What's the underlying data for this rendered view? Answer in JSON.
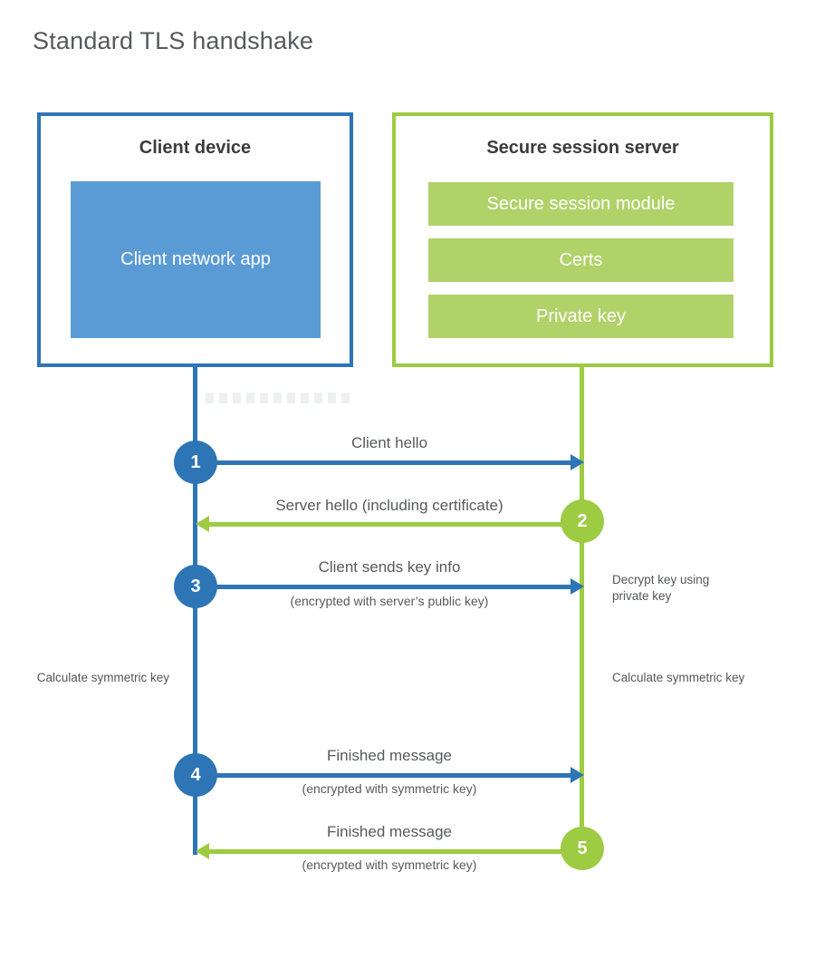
{
  "title": "Standard TLS handshake",
  "colors": {
    "blue": "#2E75B6",
    "blue_fill": "#5B9BD5",
    "green": "#9DCB42",
    "green_fill": "#B0D269"
  },
  "client": {
    "title": "Client device",
    "app": "Client network app"
  },
  "server": {
    "title": "Secure session server",
    "modules": [
      "Secure session module",
      "Certs",
      "Private key"
    ]
  },
  "messages": [
    {
      "num": "1",
      "label": "Client hello",
      "direction": "client-to-server"
    },
    {
      "num": "2",
      "label": "Server hello (including certificate)",
      "direction": "server-to-client"
    },
    {
      "num": "3",
      "label": "Client sends key info",
      "sub": "(encrypted with server’s public key)",
      "direction": "client-to-server"
    },
    {
      "num": "4",
      "label": "Finished message",
      "sub": "(encrypted with symmetric key)",
      "direction": "client-to-server"
    },
    {
      "num": "5",
      "label": "Finished message",
      "sub": "(encrypted with symmetric key)",
      "direction": "server-to-client"
    }
  ],
  "annotations": [
    {
      "text": "Decrypt key using private key",
      "side": "server"
    },
    {
      "text": "Calculate symmetric key",
      "side": "client"
    },
    {
      "text": "Calculate symmetric key",
      "side": "server"
    }
  ]
}
